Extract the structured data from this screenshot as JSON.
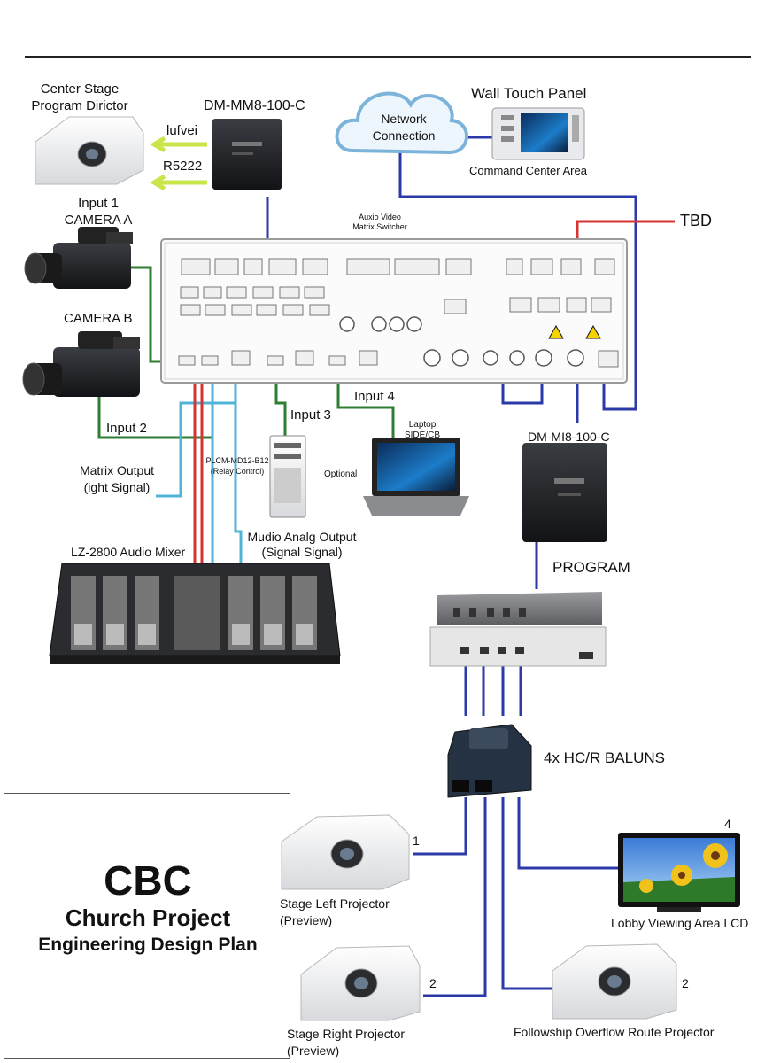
{
  "labels": {
    "center_stage": "Center Stage\nProgram Dirictor",
    "dm_top": "DM-MM8-100-C",
    "arrow1": "lufvei",
    "arrow2": "R5222",
    "network": "Network\nConnection",
    "wall_panel": "Wall Touch Panel",
    "command_center": "Command Center Area",
    "tbd": "TBD",
    "input1": "Input 1\nCAMERA A",
    "camera_b": "CAMERA B",
    "matrix_switcher": "Auxio Video\nMatrix Switcher",
    "input2": "Input 2",
    "input3": "Input 3",
    "input4": "Input 4",
    "laptop": "Laptop\nSIDE/CB",
    "optional": "Optional",
    "dm_bottom": "DM-MI8-100-C",
    "matrix_output": "Matrix Output\n(ight Signal)",
    "plcm": "PLCM-MD12-B12\n(Relay Control)",
    "audio_output": "Mudio Analg Output\n(Signal Signal)",
    "mixer": "LZ-2800 Audio Mixer",
    "program": "PROGRAM",
    "baluns": "4x HC/R BALUNS",
    "n1": "1",
    "n4": "4",
    "n2a": "2",
    "n2b": "2",
    "stage_left": "Stage Left Projector\n(Preview)",
    "lobby": "Lobby Viewing Area LCD",
    "stage_right": "Stage Right Projector\n(Preview)",
    "fellowship": "Followship Overflow Route Projector"
  },
  "title_block": {
    "line1": "CBC",
    "line2": "Church Project",
    "line3": "Engineering Design Plan"
  },
  "colors": {
    "green": "#2e7d32",
    "blue": "#2b3aa8",
    "cyan": "#4fb4d8",
    "red": "#d63333",
    "yellow_arrow": "#c8e64a"
  }
}
